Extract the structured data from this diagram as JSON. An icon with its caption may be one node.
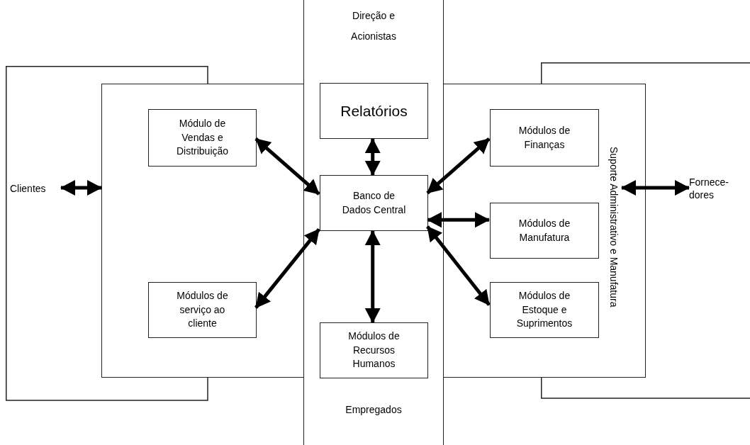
{
  "diagram": {
    "nodes": [
      {
        "text": [],
        "shape": "box"
      },
      {
        "text": [
          "Clientes"
        ],
        "in": 0
      },
      {
        "text": [],
        "shape": "box"
      },
      {
        "text": [
          "Módulo de Vendas e Distribuição"
        ],
        "in": 2
      },
      {
        "text": [
          "Módulos de serviço ao cliente"
        ],
        "in": 2
      },
      {
        "text": [
          "Direção e Acionistas",
          "Empregados"
        ]
      },
      {
        "text": [
          "Relatórios"
        ],
        "in": 5
      },
      {
        "text": [
          "Banco de Dados Central"
        ],
        "in": 5
      },
      {
        "text": [
          "Módulos de Recursos Humanos"
        ],
        "in": 5
      },
      {
        "text": [],
        "shape": "box"
      },
      {
        "text": [
          "Módulos de Finanças"
        ],
        "in": 9
      },
      {
        "text": [
          "Módulos de Manufatura"
        ],
        "in": 9
      },
      {
        "text": [
          "Módulos de Estoque e Suprimentos"
        ],
        "in": 9
      },
      {
        "text": [
          "Suporte Administrativo e Manufatura"
        ]
      },
      {
        "text": [],
        "shape": "box"
      },
      {
        "text": [
          "Fornece-dores"
        ],
        "in": 14
      }
    ],
    "edges": [
      {
        "from": 1,
        "to": 2,
        "arrow": "both"
      },
      {
        "from": 3,
        "to": 7,
        "arrow": "both"
      },
      {
        "from": 4,
        "to": 7,
        "arrow": "both"
      },
      {
        "from": 6,
        "to": 7,
        "arrow": "both"
      },
      {
        "from": 8,
        "to": 7,
        "arrow": "both"
      },
      {
        "from": 10,
        "to": 7,
        "arrow": "both"
      },
      {
        "from": 11,
        "to": 7,
        "arrow": "both"
      },
      {
        "from": 12,
        "to": 7,
        "arrow": "both"
      },
      {
        "from": 13,
        "to": 15,
        "arrow": "both"
      }
    ]
  }
}
